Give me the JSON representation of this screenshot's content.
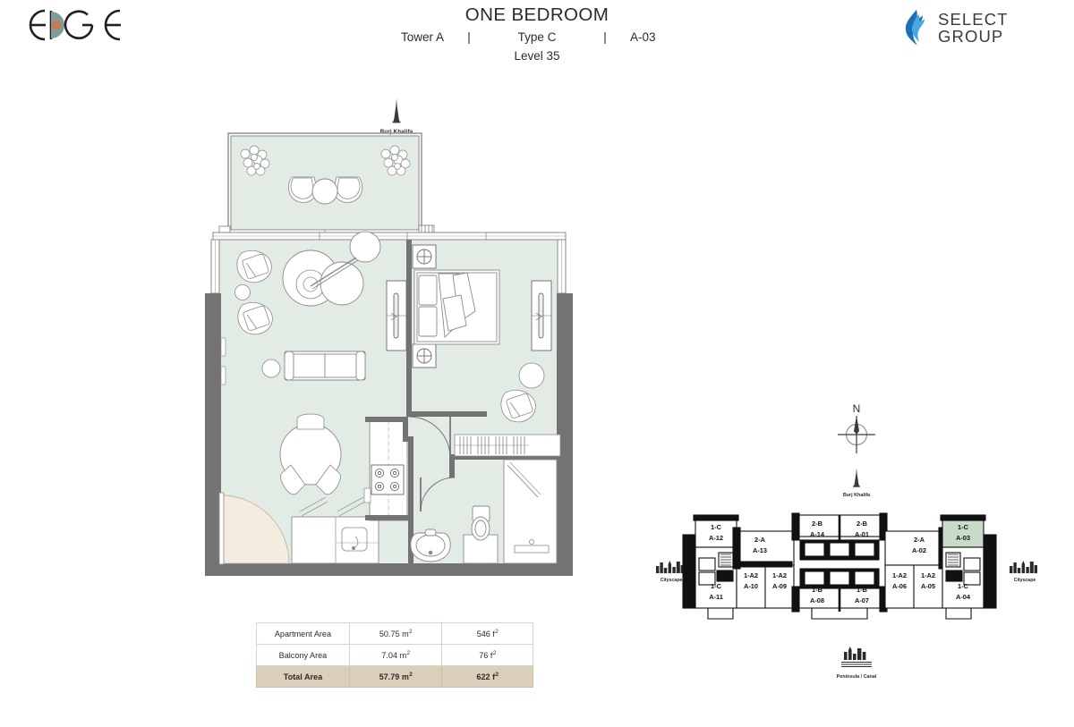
{
  "header": {
    "brand_left": {
      "name": "EDGE",
      "icon": "edge-logo"
    },
    "brand_right": {
      "line1": "SELECT",
      "line2": "GROUP",
      "icon": "select-group-flame-logo"
    },
    "unit_title": "ONE BEDROOM",
    "tower": "Tower A",
    "separator": "|",
    "type": "Type C",
    "unit_number": "A-03",
    "level": "Level 35"
  },
  "main_plan": {
    "orientation_marker": {
      "label": "Burj Khalifa",
      "icon": "burj-khalifa-tower-icon"
    },
    "rooms": [
      "balcony",
      "living-room",
      "dining-area",
      "bedroom",
      "kitchen",
      "bathroom",
      "entry-foyer"
    ]
  },
  "area_table": {
    "rows": [
      {
        "label": "Apartment Area",
        "metric": "50.75",
        "metric_unit": "m",
        "imperial": "546",
        "imperial_unit": "f",
        "highlight": false
      },
      {
        "label": "Balcony Area",
        "metric": "7.04",
        "metric_unit": "m",
        "imperial": "76",
        "imperial_unit": "f",
        "highlight": false
      },
      {
        "label": "Total Area",
        "metric": "57.79",
        "metric_unit": "m",
        "imperial": "622",
        "imperial_unit": "f",
        "highlight": true
      }
    ],
    "highlight_color": "#dccfb9"
  },
  "key_plan": {
    "compass_label": "N",
    "markers": [
      {
        "name": "burj-khalifa",
        "label": "Burj Khalifa",
        "icon": "burj-khalifa-tower-icon"
      },
      {
        "name": "cityscape-left",
        "label": "Cityscape",
        "icon": "cityscape-skyline-icon"
      },
      {
        "name": "cityscape-right",
        "label": "Cityscape",
        "icon": "cityscape-skyline-icon"
      },
      {
        "name": "peninsula-canal",
        "label": "Peninsula / Canal",
        "icon": "waterfront-skyline-icon"
      }
    ],
    "highlight_color": "#c9dcc9",
    "units": [
      {
        "type": "1-C",
        "number": "A-12",
        "highlighted": false
      },
      {
        "type": "2-A",
        "number": "A-13",
        "highlighted": false
      },
      {
        "type": "2-B",
        "number": "A-14",
        "highlighted": false
      },
      {
        "type": "2-B",
        "number": "A-01",
        "highlighted": false
      },
      {
        "type": "2-A",
        "number": "A-02",
        "highlighted": false
      },
      {
        "type": "1-C",
        "number": "A-03",
        "highlighted": true
      },
      {
        "type": "1-C",
        "number": "A-11",
        "highlighted": false
      },
      {
        "type": "1-A2",
        "number": "A-10",
        "highlighted": false
      },
      {
        "type": "1-A2",
        "number": "A-09",
        "highlighted": false
      },
      {
        "type": "1-B",
        "number": "A-08",
        "highlighted": false
      },
      {
        "type": "1-B",
        "number": "A-07",
        "highlighted": false
      },
      {
        "type": "1-A2",
        "number": "A-06",
        "highlighted": false
      },
      {
        "type": "1-A2",
        "number": "A-05",
        "highlighted": false
      },
      {
        "type": "1-C",
        "number": "A-04",
        "highlighted": false
      }
    ]
  },
  "palette": {
    "room_fill": "#e2ece5",
    "wall_gray": "#737373",
    "door_swing": "#f4ece0",
    "line": "#6b6b6b",
    "text": "#2b2b2b"
  }
}
